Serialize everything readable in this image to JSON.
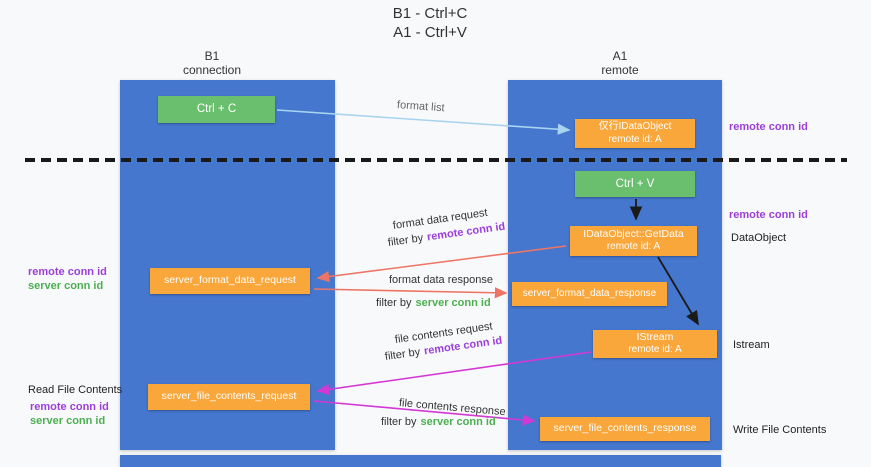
{
  "title": {
    "line1": "B1 - Ctrl+C",
    "line2": "A1 - Ctrl+V"
  },
  "lanes": {
    "b1": {
      "title": "B1",
      "subtitle": "connection"
    },
    "a1": {
      "title": "A1",
      "subtitle": "remote"
    }
  },
  "boxes": {
    "ctrl_c": {
      "label": "Ctrl + C"
    },
    "ctrl_v": {
      "label": "Ctrl + V"
    },
    "dataobject_cache": {
      "line1": "仅行IDataObject",
      "line2": "remote id: A"
    },
    "getdata": {
      "line1": "IDataObject::GetData",
      "line2": "remote id: A"
    },
    "istream": {
      "line1": "IStream",
      "line2": "remote id: A"
    },
    "format_request": {
      "label": "server_format_data_request"
    },
    "format_response": {
      "label": "server_format_data_response"
    },
    "file_request": {
      "label": "server_file_contents_request"
    },
    "file_response": {
      "label": "server_file_contents_response"
    }
  },
  "arrow_labels": {
    "format_list": "format list",
    "format_data_request": "format data request",
    "format_data_response": "format data response",
    "file_contents_request": "file contents request",
    "file_contents_response": "file contents response",
    "filter_by": "filter by"
  },
  "terms": {
    "remote_conn_id": "remote conn id",
    "server_conn_id": "server conn id"
  },
  "side_labels": {
    "dataobject": "DataObject",
    "istream": "Istream",
    "read_file_contents": "Read File Contents",
    "write_file_contents": "Write File Contents"
  },
  "colors": {
    "lane_blue": "#4577CE",
    "node_green": "#6ABF6E",
    "node_orange": "#F9A63A",
    "arrow_salmon": "#EE7565",
    "arrow_magenta": "#D438D4",
    "arrow_lightblue": "#A8D4F0",
    "term_purple": "#9C3FD9",
    "term_green": "#4CAF50"
  }
}
